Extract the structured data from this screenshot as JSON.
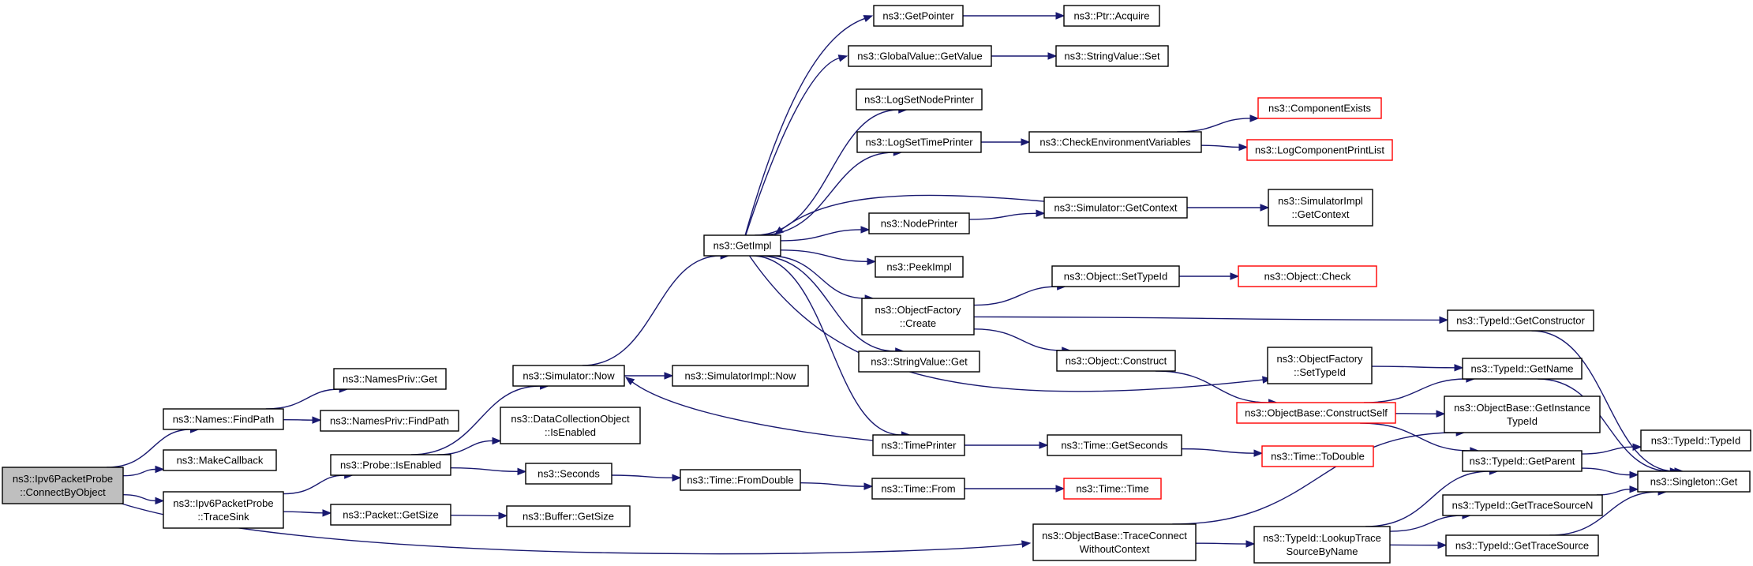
{
  "nodes": {
    "root": {
      "lines": [
        "ns3::Ipv6PacketProbe",
        "::ConnectByObject"
      ],
      "truncated": false,
      "root": true
    },
    "findpath": {
      "lines": [
        "ns3::Names::FindPath"
      ]
    },
    "makecallback": {
      "lines": [
        "ns3::MakeCallback"
      ]
    },
    "tracesink": {
      "lines": [
        "ns3::Ipv6PacketProbe",
        "::TraceSink"
      ]
    },
    "npget": {
      "lines": [
        "ns3::NamesPriv::Get"
      ]
    },
    "npfindpath": {
      "lines": [
        "ns3::NamesPriv::FindPath"
      ]
    },
    "probeenabled": {
      "lines": [
        "ns3::Probe::IsEnabled"
      ]
    },
    "pktgetsize": {
      "lines": [
        "ns3::Packet::GetSize"
      ]
    },
    "simnow": {
      "lines": [
        "ns3::Simulator::Now"
      ]
    },
    "dcoenabled": {
      "lines": [
        "ns3::DataCollectionObject",
        "::IsEnabled"
      ]
    },
    "seconds": {
      "lines": [
        "ns3::Seconds"
      ]
    },
    "bufgetsize": {
      "lines": [
        "ns3::Buffer::GetSize"
      ]
    },
    "getimpl": {
      "lines": [
        "ns3::GetImpl"
      ]
    },
    "simimplnow": {
      "lines": [
        "ns3::SimulatorImpl::Now"
      ]
    },
    "fromdouble": {
      "lines": [
        "ns3::Time::FromDouble"
      ]
    },
    "getpointer": {
      "lines": [
        "ns3::GetPointer"
      ]
    },
    "gvgetvalue": {
      "lines": [
        "ns3::GlobalValue::GetValue"
      ]
    },
    "logsetnode": {
      "lines": [
        "ns3::LogSetNodePrinter"
      ]
    },
    "logsettime": {
      "lines": [
        "ns3::LogSetTimePrinter"
      ]
    },
    "nodeprinter": {
      "lines": [
        "ns3::NodePrinter"
      ]
    },
    "peekimpl": {
      "lines": [
        "ns3::PeekImpl"
      ]
    },
    "ofcreate": {
      "lines": [
        "ns3::ObjectFactory",
        "::Create"
      ]
    },
    "svget": {
      "lines": [
        "ns3::StringValue::Get"
      ]
    },
    "timeprinter": {
      "lines": [
        "ns3::TimePrinter"
      ]
    },
    "timefrom": {
      "lines": [
        "ns3::Time::From"
      ]
    },
    "obtraceconnect": {
      "lines": [
        "ns3::ObjectBase::TraceConnect",
        "WithoutContext"
      ]
    },
    "ptracquire": {
      "lines": [
        "ns3::Ptr::Acquire"
      ]
    },
    "svset": {
      "lines": [
        "ns3::StringValue::Set"
      ]
    },
    "checkenv": {
      "lines": [
        "ns3::CheckEnvironmentVariables"
      ]
    },
    "simgetcontext": {
      "lines": [
        "ns3::Simulator::GetContext"
      ]
    },
    "objsettypeid": {
      "lines": [
        "ns3::Object::SetTypeId"
      ]
    },
    "objconstruct": {
      "lines": [
        "ns3::Object::Construct"
      ]
    },
    "ofsettypeid": {
      "lines": [
        "ns3::ObjectFactory",
        "::SetTypeId"
      ]
    },
    "timegetseconds": {
      "lines": [
        "ns3::Time::GetSeconds"
      ]
    },
    "timetime": {
      "lines": [
        "ns3::Time::Time"
      ],
      "truncated": true
    },
    "componentexists": {
      "lines": [
        "ns3::ComponentExists"
      ],
      "truncated": true
    },
    "logcomplist": {
      "lines": [
        "ns3::LogComponentPrintList"
      ],
      "truncated": true
    },
    "simimplctx": {
      "lines": [
        "ns3::SimulatorImpl",
        "::GetContext"
      ]
    },
    "objcheck": {
      "lines": [
        "ns3::Object::Check"
      ],
      "truncated": true
    },
    "obconstructself": {
      "lines": [
        "ns3::ObjectBase::ConstructSelf"
      ],
      "truncated": true
    },
    "timetodouble": {
      "lines": [
        "ns3::Time::ToDouble"
      ],
      "truncated": true
    },
    "tlookup": {
      "lines": [
        "ns3::TypeId::LookupTrace",
        "SourceByName"
      ]
    },
    "tgetconstructor": {
      "lines": [
        "ns3::TypeId::GetConstructor"
      ]
    },
    "tgetname": {
      "lines": [
        "ns3::TypeId::GetName"
      ]
    },
    "obgetinstance": {
      "lines": [
        "ns3::ObjectBase::GetInstance",
        "TypeId"
      ]
    },
    "tgetparent": {
      "lines": [
        "ns3::TypeId::GetParent"
      ]
    },
    "tgettracesourcen": {
      "lines": [
        "ns3::TypeId::GetTraceSourceN"
      ]
    },
    "tgettracesource": {
      "lines": [
        "ns3::TypeId::GetTraceSource"
      ]
    },
    "ttypeid": {
      "lines": [
        "ns3::TypeId::TypeId"
      ]
    },
    "singletonget": {
      "lines": [
        "ns3::Singleton::Get"
      ]
    }
  },
  "edges": [
    [
      "root",
      "findpath"
    ],
    [
      "root",
      "makecallback"
    ],
    [
      "root",
      "tracesink"
    ],
    [
      "root",
      "obtraceconnect"
    ],
    [
      "findpath",
      "npget"
    ],
    [
      "findpath",
      "npfindpath"
    ],
    [
      "tracesink",
      "probeenabled"
    ],
    [
      "tracesink",
      "pktgetsize"
    ],
    [
      "probeenabled",
      "simnow"
    ],
    [
      "probeenabled",
      "dcoenabled"
    ],
    [
      "probeenabled",
      "seconds"
    ],
    [
      "pktgetsize",
      "bufgetsize"
    ],
    [
      "simnow",
      "getimpl"
    ],
    [
      "simnow",
      "simimplnow"
    ],
    [
      "seconds",
      "fromdouble"
    ],
    [
      "fromdouble",
      "timefrom"
    ],
    [
      "timefrom",
      "timetime"
    ],
    [
      "getimpl",
      "getpointer"
    ],
    [
      "getimpl",
      "gvgetvalue"
    ],
    [
      "getimpl",
      "logsetnode"
    ],
    [
      "getimpl",
      "logsettime"
    ],
    [
      "getimpl",
      "nodeprinter"
    ],
    [
      "getimpl",
      "peekimpl"
    ],
    [
      "getimpl",
      "ofcreate"
    ],
    [
      "getimpl",
      "svget"
    ],
    [
      "getimpl",
      "timeprinter"
    ],
    [
      "getimpl",
      "ofsettypeid"
    ],
    [
      "timeprinter",
      "simnow"
    ],
    [
      "timeprinter",
      "timegetseconds"
    ],
    [
      "timegetseconds",
      "timetodouble"
    ],
    [
      "getpointer",
      "ptracquire"
    ],
    [
      "gvgetvalue",
      "svset"
    ],
    [
      "logsettime",
      "checkenv"
    ],
    [
      "checkenv",
      "componentexists"
    ],
    [
      "checkenv",
      "logcomplist"
    ],
    [
      "simgetcontext",
      "getimpl"
    ],
    [
      "simgetcontext",
      "simimplctx"
    ],
    [
      "nodeprinter",
      "simgetcontext"
    ],
    [
      "ofcreate",
      "objsettypeid"
    ],
    [
      "ofcreate",
      "objconstruct"
    ],
    [
      "ofcreate",
      "tgetconstructor"
    ],
    [
      "objsettypeid",
      "objcheck"
    ],
    [
      "objconstruct",
      "obconstructself"
    ],
    [
      "ofsettypeid",
      "tgetname"
    ],
    [
      "obconstructself",
      "tgetname"
    ],
    [
      "obconstructself",
      "obgetinstance"
    ],
    [
      "obconstructself",
      "tgetparent"
    ],
    [
      "obtraceconnect",
      "tlookup"
    ],
    [
      "obtraceconnect",
      "obgetinstance"
    ],
    [
      "tlookup",
      "tgetparent"
    ],
    [
      "tlookup",
      "tgettracesourcen"
    ],
    [
      "tlookup",
      "tgettracesource"
    ],
    [
      "tgetconstructor",
      "singletonget"
    ],
    [
      "tgetname",
      "singletonget"
    ],
    [
      "tgetparent",
      "ttypeid"
    ],
    [
      "tgetparent",
      "singletonget"
    ],
    [
      "tgettracesourcen",
      "singletonget"
    ],
    [
      "tgettracesource",
      "singletonget"
    ]
  ]
}
